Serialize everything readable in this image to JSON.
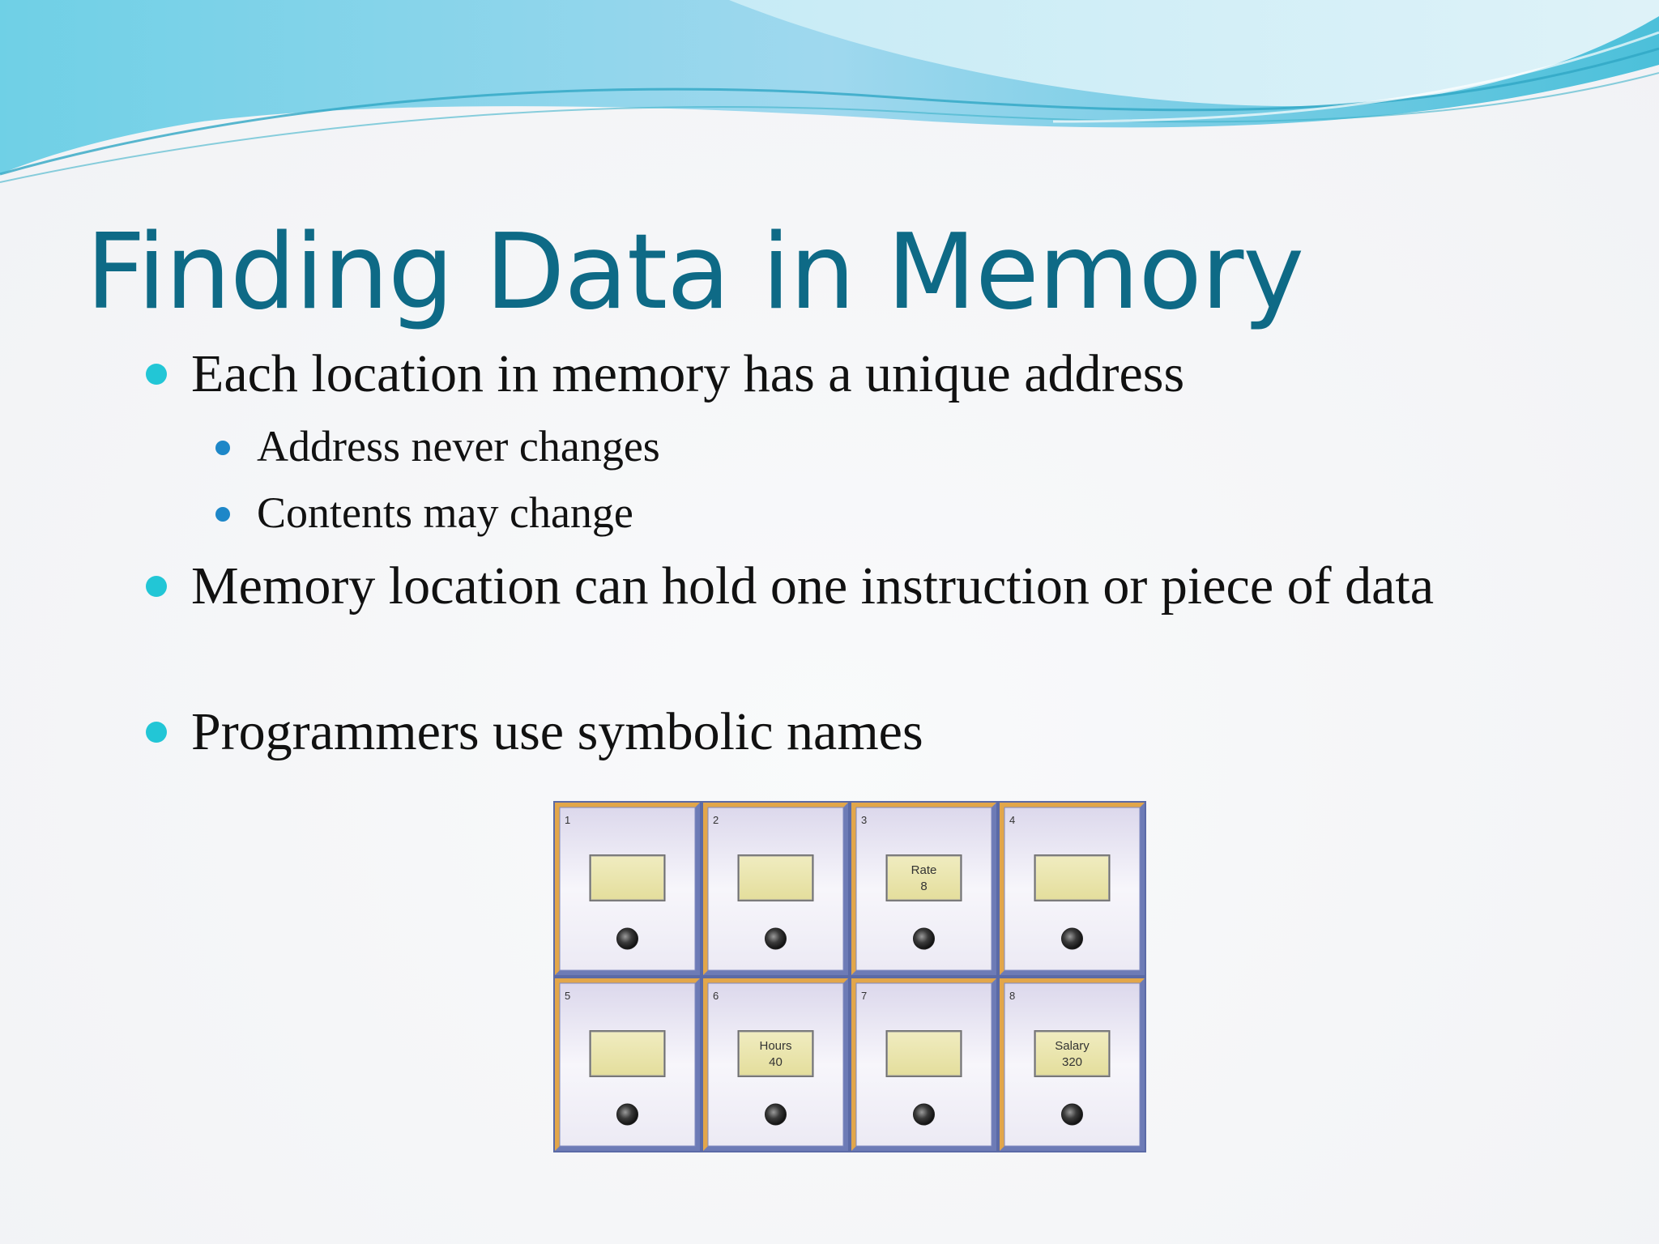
{
  "slide": {
    "title": "Finding Data in Memory",
    "bullets": [
      {
        "level": 1,
        "text": "Each location in memory has a unique address"
      },
      {
        "level": 2,
        "text": "Address never changes"
      },
      {
        "level": 2,
        "text": "Contents may change"
      },
      {
        "level": 1,
        "text": "Memory location can hold one instruction or piece of data"
      },
      {
        "level": 1,
        "text": "Programmers use symbolic names"
      }
    ]
  },
  "memory_figure": {
    "cells": [
      {
        "address": "1",
        "name": "",
        "value": ""
      },
      {
        "address": "2",
        "name": "",
        "value": ""
      },
      {
        "address": "3",
        "name": "Rate",
        "value": "8"
      },
      {
        "address": "4",
        "name": "",
        "value": ""
      },
      {
        "address": "5",
        "name": "",
        "value": ""
      },
      {
        "address": "6",
        "name": "Hours",
        "value": "40"
      },
      {
        "address": "7",
        "name": "",
        "value": ""
      },
      {
        "address": "8",
        "name": "Salary",
        "value": "320"
      }
    ]
  },
  "colors": {
    "title": "#0e6a86",
    "bullet_level1": "#22c6d6",
    "bullet_level2": "#1d87c8",
    "wave_light": "#a8dff0",
    "wave_dark": "#5cc4dc"
  }
}
